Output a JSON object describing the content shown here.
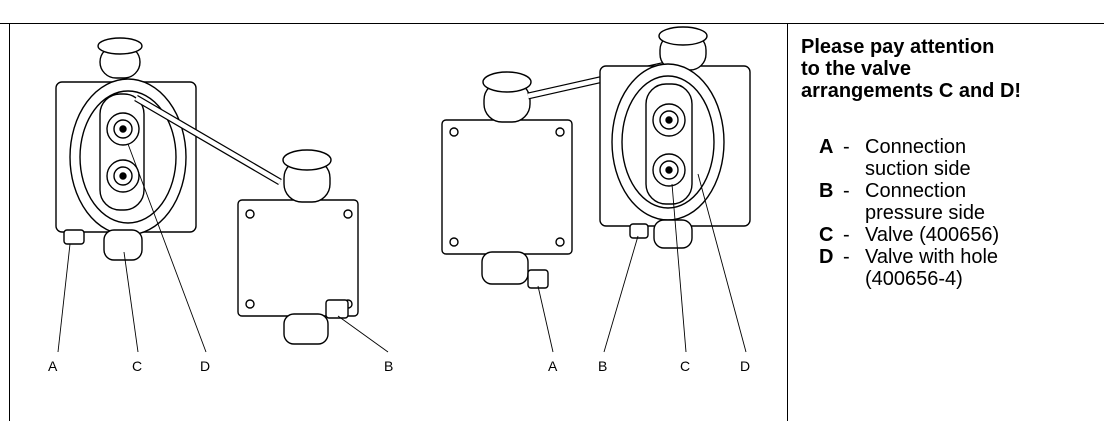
{
  "figure": {
    "left_unit_labels": [
      "A",
      "C",
      "D",
      "B"
    ],
    "right_unit_labels": [
      "A",
      "B",
      "C",
      "D"
    ]
  },
  "note": {
    "heading_lines": [
      "Please pay attention",
      "to the valve",
      "arrangements C and D!"
    ]
  },
  "legend": [
    {
      "key": "A",
      "dash": "-",
      "lines": [
        "Connection",
        "suction side"
      ]
    },
    {
      "key": "B",
      "dash": "-",
      "lines": [
        "Connection",
        "pressure side"
      ]
    },
    {
      "key": "C",
      "dash": "-",
      "lines": [
        "Valve (400656)"
      ]
    },
    {
      "key": "D",
      "dash": "-",
      "lines": [
        "Valve with hole",
        "(400656-4)"
      ]
    }
  ]
}
